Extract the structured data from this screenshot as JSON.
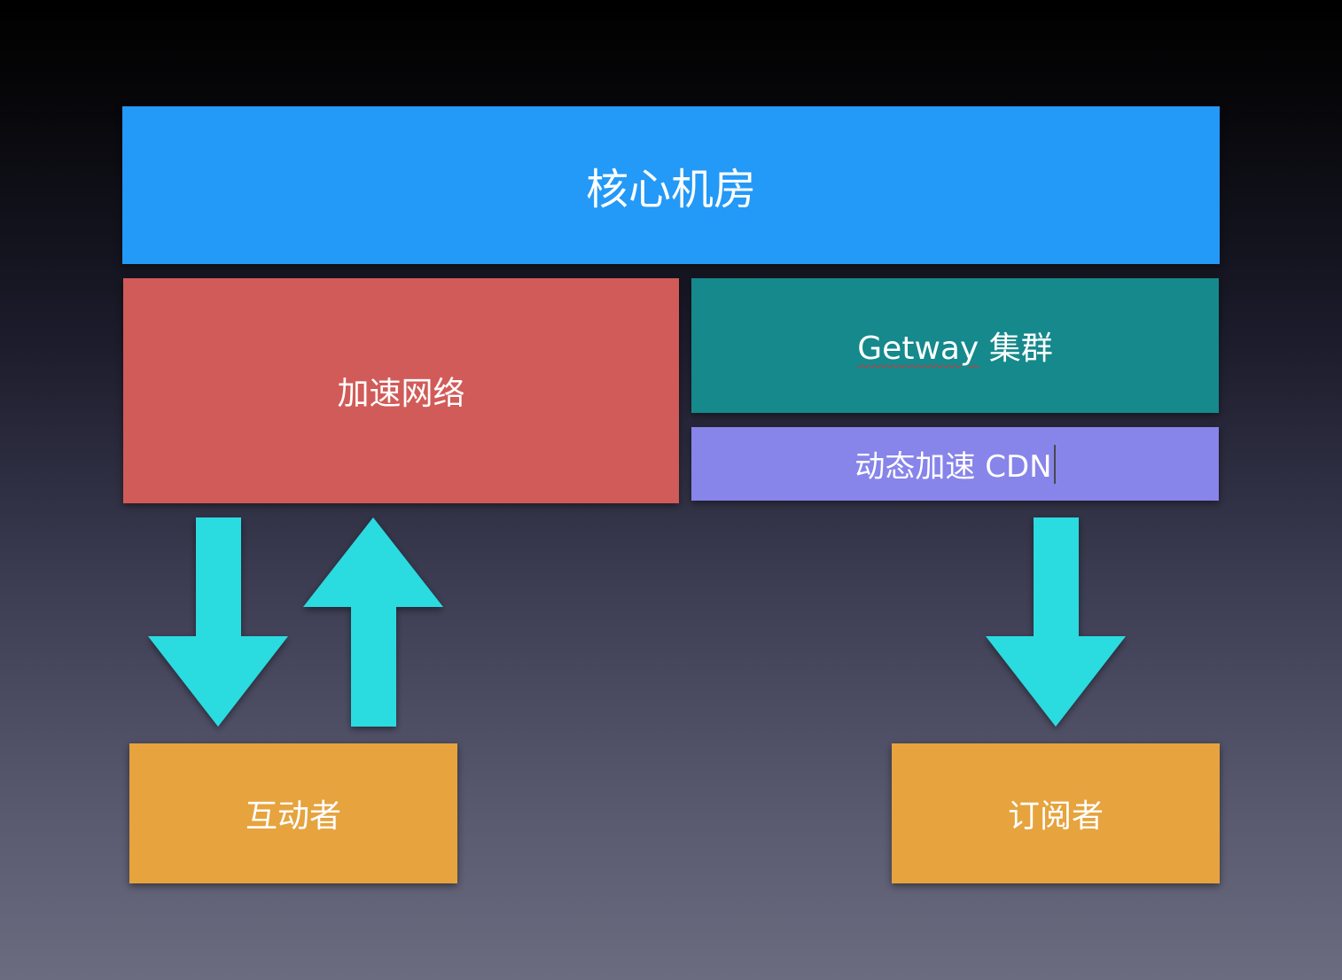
{
  "colors": {
    "core": "#2399f8",
    "accel": "#d15b58",
    "gateway": "#15898c",
    "cdn": "#8784ea",
    "endpoint": "#e6a33e",
    "arrow": "#2cdbe0"
  },
  "core": {
    "label": "核心机房"
  },
  "accel": {
    "label": "加速网络"
  },
  "gateway": {
    "label_word": "Getway",
    "label_rest": " 集群"
  },
  "cdn": {
    "label": "动态加速 CDN"
  },
  "interactor": {
    "label": "互动者"
  },
  "subscriber": {
    "label": "订阅者"
  },
  "arrows": [
    {
      "name": "arrow-accel-to-interactor",
      "direction": "down"
    },
    {
      "name": "arrow-interactor-to-accel",
      "direction": "up"
    },
    {
      "name": "arrow-cdn-to-subscriber",
      "direction": "down"
    }
  ]
}
